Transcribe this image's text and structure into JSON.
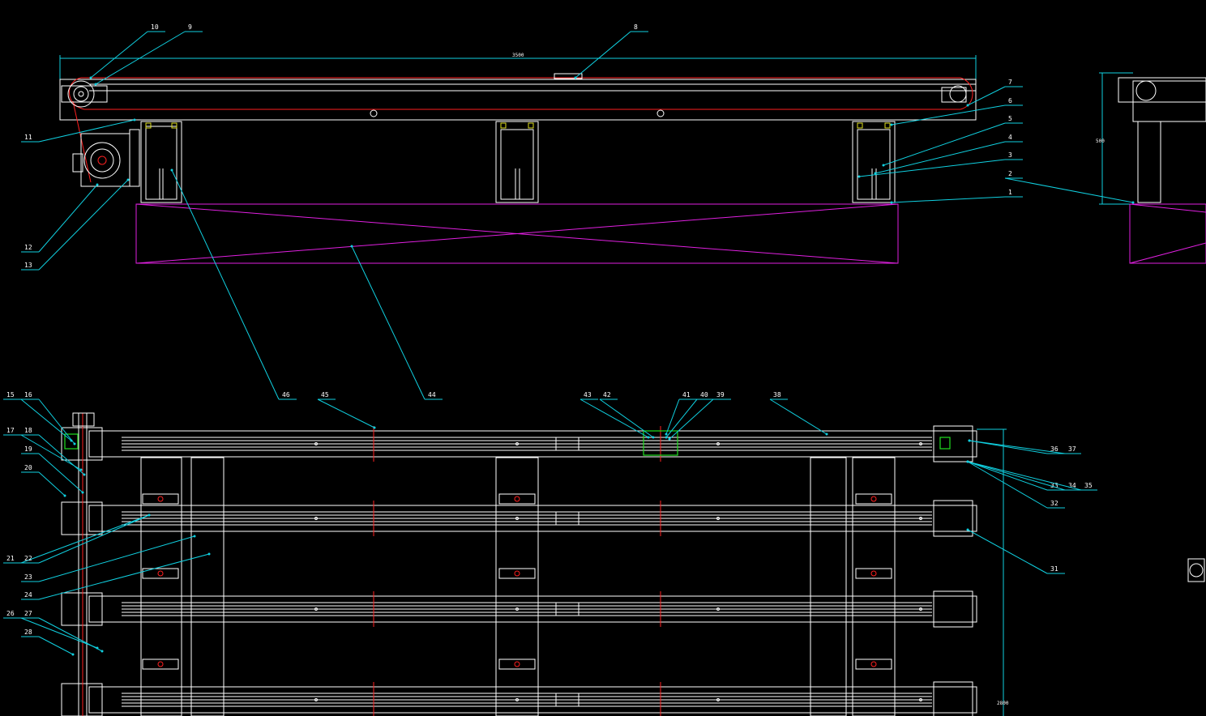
{
  "colors": {
    "background": "#000000",
    "outline": "#ffffff",
    "leader": "#10d0e0",
    "chain": "#ff2020",
    "base": "#e020e0",
    "highlight": "#20e020",
    "marker": "#e0e020"
  },
  "dimensions": {
    "overall_length": "3500",
    "height": "500",
    "width_plan": "2800"
  },
  "part_numbers_top": [
    "10",
    "9",
    "8",
    "7",
    "6",
    "5",
    "4",
    "3",
    "2",
    "1",
    "11",
    "12",
    "13"
  ],
  "part_numbers_plan": [
    "46",
    "44",
    "45",
    "43",
    "42",
    "41",
    "40",
    "39",
    "38",
    "15",
    "16",
    "17",
    "18",
    "19",
    "20",
    "21",
    "22",
    "23",
    "24",
    "26",
    "27",
    "28",
    "36",
    "37",
    "33",
    "34",
    "35",
    "32",
    "31"
  ]
}
